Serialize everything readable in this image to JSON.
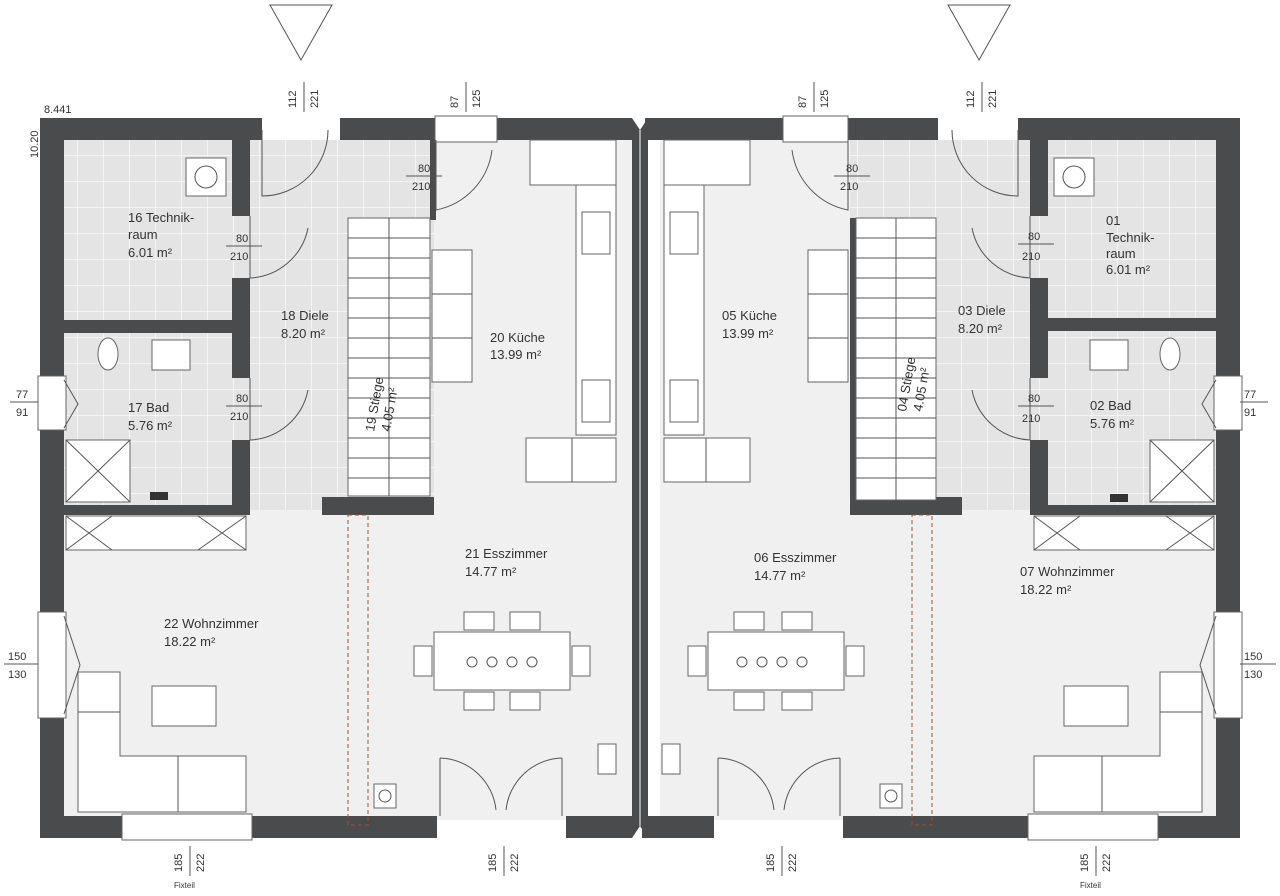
{
  "rooms": {
    "r16_name": "16 Technik-",
    "r16_name2": "raum",
    "r16_area": "6.01 m²",
    "r17_name": "17 Bad",
    "r17_area": "5.76 m²",
    "r18_name": "18 Diele",
    "r18_area": "8.20 m²",
    "r19_name": "19 Stiege",
    "r19_area": "4.05 m²",
    "r20_name": "20 Küche",
    "r20_area": "13.99 m²",
    "r21_name": "21 Esszimmer",
    "r21_area": "14.77 m²",
    "r22_name": "22 Wohnzimmer",
    "r22_area": "18.22 m²",
    "r01_num": "01",
    "r01_name": "Technik-",
    "r01_name2": "raum",
    "r01_area": "6.01 m²",
    "r02_name": "02 Bad",
    "r02_area": "5.76 m²",
    "r03_name": "03 Diele",
    "r03_area": "8.20 m²",
    "r04_name": "04 Stiege",
    "r04_area": "4.05 m²",
    "r05_name": "05 Küche",
    "r05_area": "13.99 m²",
    "r06_name": "06 Esszimmer",
    "r06_area": "14.77 m²",
    "r07_name": "07 Wohnzimmer",
    "r07_area": "18.22 m²"
  },
  "dims": {
    "corner_w": "8.441",
    "corner_h": "10.20",
    "door_w": "80",
    "door_h": "210",
    "entry_w": "112",
    "entry_h": "221",
    "kwin_w": "87",
    "kwin_h": "125",
    "bath_win_w": "77",
    "bath_win_h": "91",
    "living_win_w": "150",
    "living_win_h": "130",
    "bottom_w": "185",
    "bottom_h": "222",
    "fixed": "Fixteil"
  }
}
